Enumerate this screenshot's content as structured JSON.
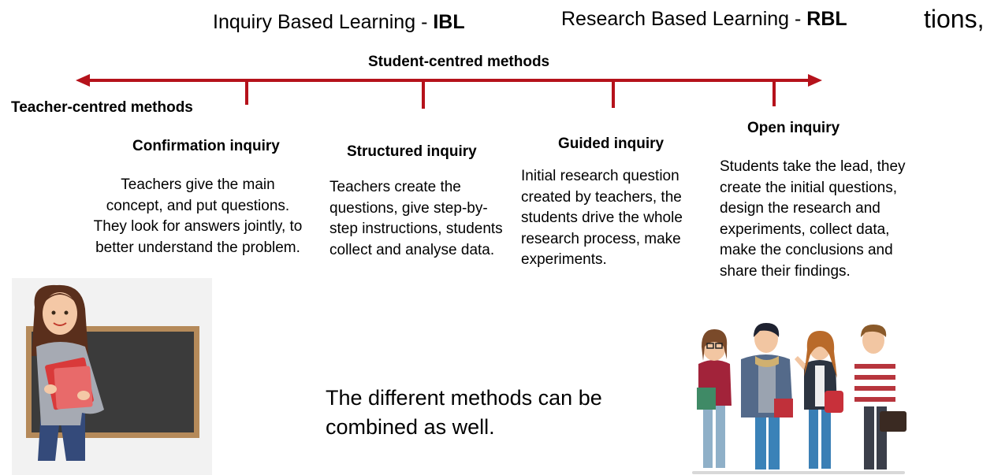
{
  "header": {
    "ibl_prefix": "Inquiry Based Learning - ",
    "ibl_abbr": "IBL",
    "rbl_prefix": "Research Based Learning - ",
    "rbl_abbr": "RBL",
    "cut_text": "tions,"
  },
  "axis": {
    "student_label": "Student-centred methods",
    "teacher_label": "Teacher-centred methods",
    "color": "#b5121b"
  },
  "methods": [
    {
      "title": "Confirmation inquiry",
      "description": "Teachers give the main concept, and put questions. They look for answers jointly, to better understand the problem."
    },
    {
      "title": "Structured inquiry",
      "description": "Teachers create the questions, give step-by-step instructions, students collect and analyse data."
    },
    {
      "title": "Guided inquiry",
      "description": "Initial research question created by teachers, the students drive the whole research process, make experiments."
    },
    {
      "title": "Open inquiry",
      "description": "Students take the lead, they create the initial questions, design the research and experiments, collect data, make the conclusions and share their findings."
    }
  ],
  "note": "The different methods can be combined as well.",
  "illustrations": {
    "teacher": "teacher-with-chalkboard-illustration",
    "students": "group-of-students-illustration"
  }
}
